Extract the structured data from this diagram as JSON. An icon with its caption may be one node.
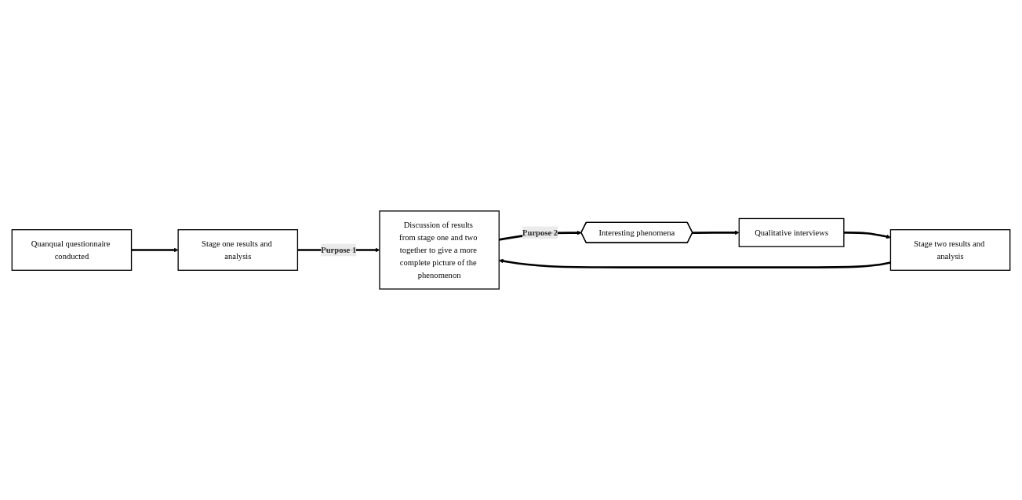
{
  "diagram": {
    "nodes": [
      {
        "text": [
          "Quanqual questionnaire conducted"
        ]
      },
      {
        "text": [
          "Stage one results and analysis"
        ]
      },
      {
        "text": [
          "Discussion of results from stage one and two together to give a more complete picture of the phenomenon"
        ]
      },
      {
        "text": [
          "Interesting phenomena"
        ]
      },
      {
        "text": [
          "Qualitative interviews"
        ]
      },
      {
        "text": [
          "Stage two results and analysis"
        ]
      }
    ],
    "edges": [
      {
        "from": 0,
        "to": 1,
        "arrow": "to"
      },
      {
        "from": 1,
        "to": 2,
        "arrow": "to",
        "label": "Purpose 1"
      },
      {
        "from": 2,
        "to": 3,
        "arrow": "to",
        "label": "Purpose 2"
      },
      {
        "from": 3,
        "to": 4,
        "arrow": "to"
      },
      {
        "from": 4,
        "to": 5,
        "arrow": "to"
      },
      {
        "from": 5,
        "to": 2,
        "arrow": "to"
      }
    ]
  }
}
